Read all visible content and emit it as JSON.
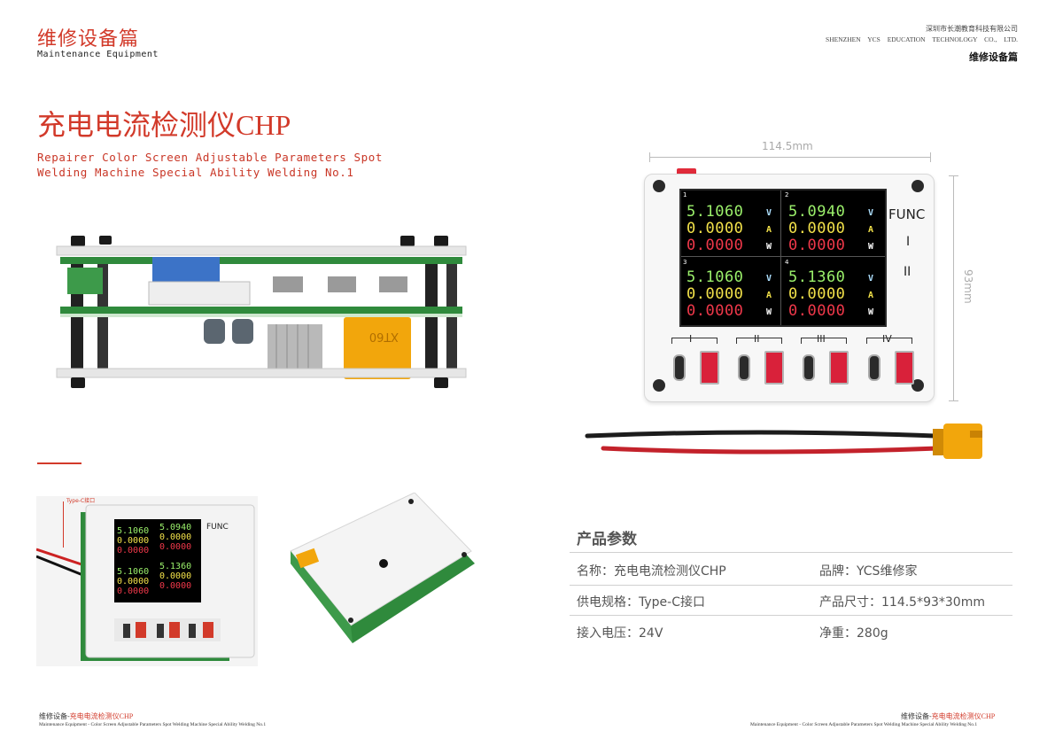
{
  "header": {
    "title_cn": "维修设备篇",
    "title_en": "Maintenance Equipment",
    "company_cn": "深圳市长潮教育科技有限公司",
    "company_en": "SHENZHEN YCS EDUCATION TECHNOLOGY CO., LTD.",
    "section": "维修设备篇"
  },
  "product": {
    "title": "充电电流检测仪CHP",
    "desc_line1": "Repairer Color Screen Adjustable Parameters Spot",
    "desc_line2": "Welding Machine Special Ability Welding No.1"
  },
  "callout": {
    "typec": "Type-C接口"
  },
  "dimensions": {
    "width": "114.5mm",
    "height": "93mm"
  },
  "device": {
    "func_label": "FUNC",
    "side_buttons": [
      "I",
      "II"
    ],
    "ports": [
      "I",
      "II",
      "III",
      "IV"
    ],
    "screen": [
      {
        "n": "1",
        "v": "5.1060",
        "a": "0.0000",
        "w": "0.0000"
      },
      {
        "n": "2",
        "v": "5.0940",
        "a": "0.0000",
        "w": "0.0000"
      },
      {
        "n": "3",
        "v": "5.1060",
        "a": "0.0000",
        "w": "0.0000"
      },
      {
        "n": "4",
        "v": "5.1360",
        "a": "0.0000",
        "w": "0.0000"
      }
    ],
    "units": {
      "v": "V",
      "a": "A",
      "w": "W"
    },
    "connector_text": "XT60"
  },
  "specs": {
    "heading": "产品参数",
    "rows": [
      {
        "l": "名称：充电电流检测仪CHP",
        "r": "品牌：YCS维修家"
      },
      {
        "l": "供电规格：Type-C接口",
        "r": "产品尺寸：114.5*93*30mm"
      },
      {
        "l": "接入电压：24V",
        "r": "净重：280g"
      }
    ]
  },
  "footer": {
    "left_cn_a": "维修设备-",
    "left_cn_b": "充电电流检测仪CHP",
    "left_en": "Maintenance Equipment - Color Screen Adjustable Parameters Spot Welding Machine Special Ability Welding No.1",
    "right_cn_a": "维修设备-",
    "right_cn_b": "充电电流检测仪CHP",
    "right_en": "Maintenance Equipment - Color Screen Adjustable Parameters Spot Welding Machine Special Ability Welding No.1"
  },
  "colors": {
    "accent": "#d23a2a",
    "pcb": "#2f8a3c",
    "xt60": "#f2a60c"
  }
}
